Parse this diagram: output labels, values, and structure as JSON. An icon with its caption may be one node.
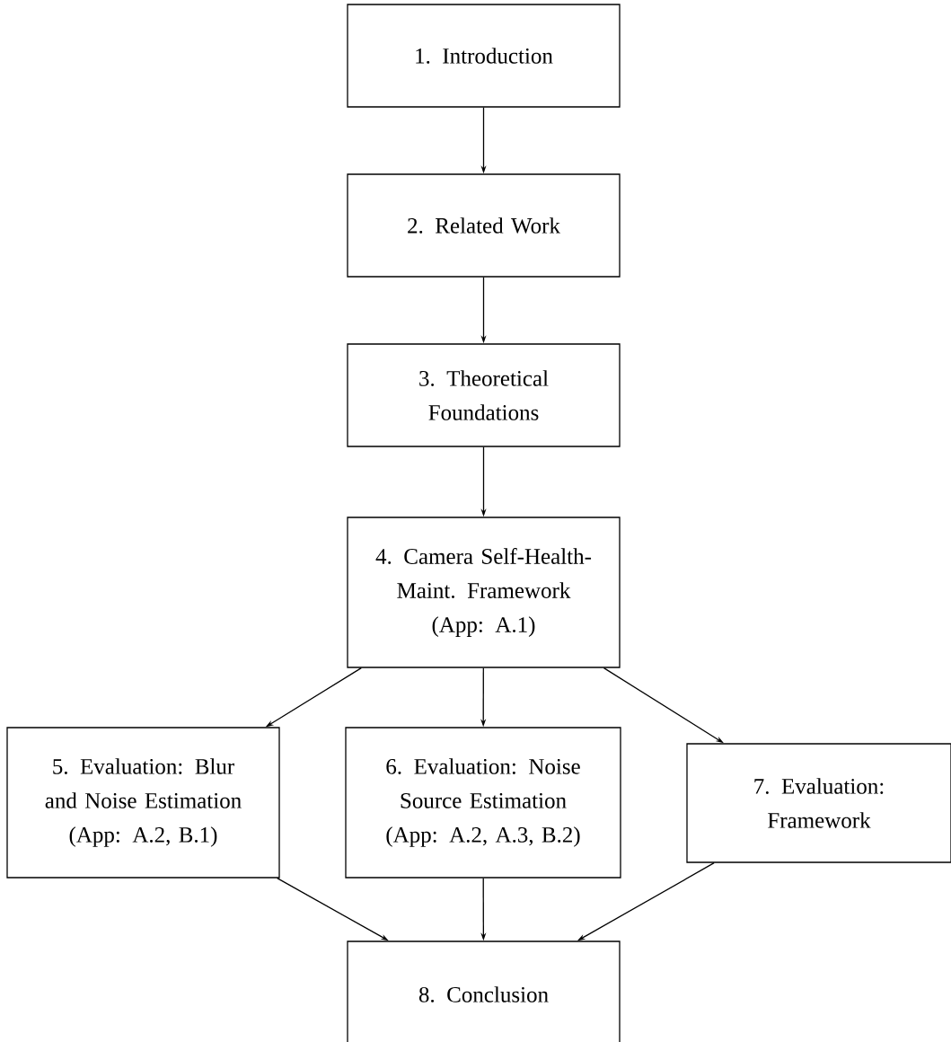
{
  "diagram": {
    "nodes": [
      {
        "text": [
          "1. Introduction"
        ]
      },
      {
        "text": [
          "2. Related Work"
        ]
      },
      {
        "text": [
          "3. Theoretical Foundations"
        ]
      },
      {
        "text": [
          "4. Camera Self-Health-Maint. Framework",
          "(App: A.1)"
        ]
      },
      {
        "text": [
          "5. Evaluation: Blur and Noise Estimation",
          "(App: A.2, B.1)"
        ]
      },
      {
        "text": [
          "6. Evaluation: Noise Source Estimation",
          "(App: A.2, A.3, B.2)"
        ]
      },
      {
        "text": [
          "7. Evaluation: Framework"
        ]
      },
      {
        "text": [
          "8. Conclusion"
        ]
      }
    ],
    "edges": [
      {
        "from": 0,
        "to": 1,
        "arrow": "to"
      },
      {
        "from": 1,
        "to": 2,
        "arrow": "to"
      },
      {
        "from": 2,
        "to": 3,
        "arrow": "to"
      },
      {
        "from": 3,
        "to": 4,
        "arrow": "to"
      },
      {
        "from": 3,
        "to": 5,
        "arrow": "to"
      },
      {
        "from": 3,
        "to": 6,
        "arrow": "to"
      },
      {
        "from": 4,
        "to": 7,
        "arrow": "to"
      },
      {
        "from": 5,
        "to": 7,
        "arrow": "to"
      },
      {
        "from": 6,
        "to": 7,
        "arrow": "to"
      }
    ]
  }
}
